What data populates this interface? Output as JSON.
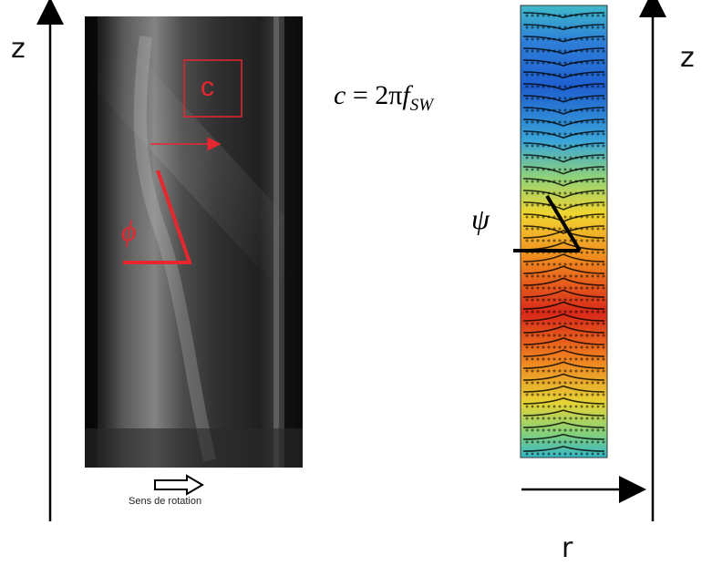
{
  "left_panel": {
    "axis_label": "z",
    "box_label": "c",
    "angle_label": "ϕ",
    "caption": "Sens de rotation"
  },
  "right_panel": {
    "formula_lhs": "c",
    "formula_eq": " = 2π",
    "formula_f": "f",
    "formula_sub": "SW",
    "angle_label": "ψ",
    "z_axis_label": "z",
    "r_axis_label": "r"
  },
  "colors": {
    "annotation_red": "#e8262e",
    "photo_dark": "#1a1a1a"
  }
}
